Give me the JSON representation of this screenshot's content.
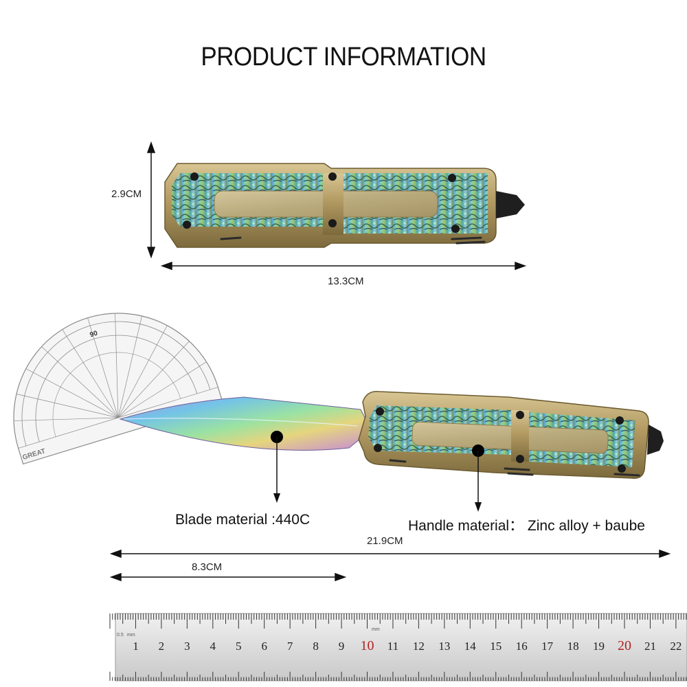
{
  "title": "PRODUCT INFORMATION",
  "dimensions": {
    "handle_height": "2.9CM",
    "handle_length": "13.3CM",
    "total_length": "21.9CM",
    "blade_length": "8.3CM"
  },
  "materials": {
    "blade": "Blade material :440C",
    "handle": "Handle material： Zinc alloy + baube"
  },
  "protractor": {
    "brand": "GREAT",
    "mark": "90"
  },
  "ruler": {
    "unit_left": "0.5",
    "unit_mm": "mm",
    "numbers": [
      "1",
      "2",
      "3",
      "4",
      "5",
      "6",
      "7",
      "8",
      "9",
      "10",
      "11",
      "12",
      "13",
      "14",
      "15",
      "16",
      "17",
      "18",
      "19",
      "20",
      "21",
      "22"
    ]
  },
  "colors": {
    "text": "#111111",
    "handle_brass": "#b39a62",
    "shell_inlay": "#5fb8a8",
    "ruler_red": "#b32121",
    "ruler_body": "#e3e3e3"
  }
}
